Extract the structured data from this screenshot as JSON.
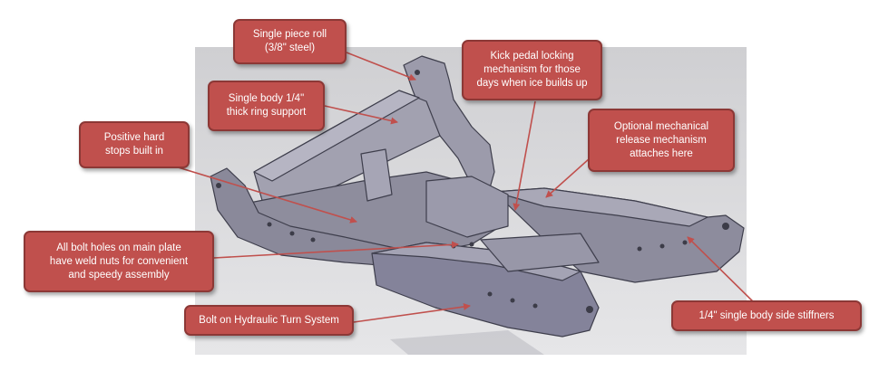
{
  "callouts": {
    "roll": "Single piece roll\n(3/8\" steel)",
    "kick": "Kick pedal locking\nmechanism for those\ndays when ice builds up",
    "ring": "Single body 1/4\"\nthick ring support",
    "optional": "Optional mechanical\nrelease mechanism\nattaches here",
    "stops": "Positive hard\nstops built in",
    "bolt_holes": "All bolt holes on main plate\nhave weld nuts for convenient\nand speedy assembly",
    "hydraulic": "Bolt on Hydraulic Turn System",
    "stiffeners": "1/4\" single body side stiffners"
  },
  "colors": {
    "callout_fill": "#c0504d",
    "callout_border": "#8c3836",
    "arrow": "#c0504d",
    "frame_metal": "#8f8e9c",
    "background_panel": "#d3d3d5"
  }
}
